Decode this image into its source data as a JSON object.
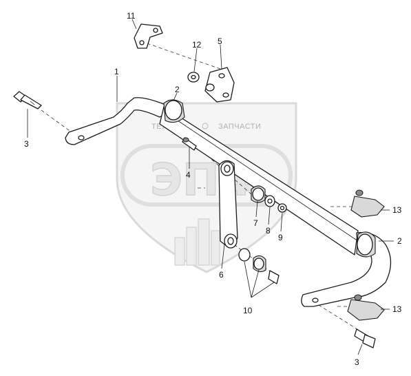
{
  "watermark": {
    "top_text": "ТЕХНИКА",
    "top_text_right": "ЗАПЧАСТИ",
    "logo_text": "ЭПФ"
  },
  "callouts": {
    "c1": "1",
    "c2a": "2",
    "c2b": "2",
    "c3a": "3",
    "c3b": "3",
    "c4": "4",
    "c5": "5",
    "c6": "6",
    "c7": "7",
    "c8": "8",
    "c9": "9",
    "c10": "10",
    "c11": "11",
    "c12": "12",
    "c13a": "13",
    "c13b": "13"
  }
}
